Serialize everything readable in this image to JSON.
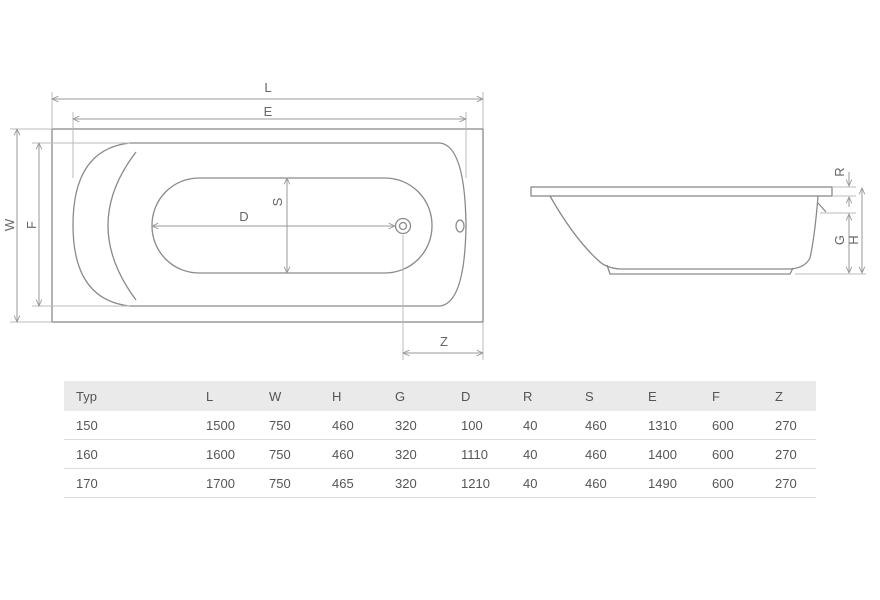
{
  "dimension_labels": {
    "L": "L",
    "E": "E",
    "W": "W",
    "F": "F",
    "D": "D",
    "S": "S",
    "Z": "Z",
    "R": "R",
    "G": "G",
    "H": "H"
  },
  "table": {
    "headers": [
      "Typ",
      "L",
      "W",
      "H",
      "G",
      "D",
      "R",
      "S",
      "E",
      "F",
      "Z"
    ],
    "rows": [
      [
        "150",
        "1500",
        "750",
        "460",
        "320",
        "100",
        "40",
        "460",
        "1310",
        "600",
        "270"
      ],
      [
        "160",
        "1600",
        "750",
        "460",
        "320",
        "1110",
        "40",
        "460",
        "1400",
        "600",
        "270"
      ],
      [
        "170",
        "1700",
        "750",
        "465",
        "320",
        "1210",
        "40",
        "460",
        "1490",
        "600",
        "270"
      ]
    ]
  }
}
